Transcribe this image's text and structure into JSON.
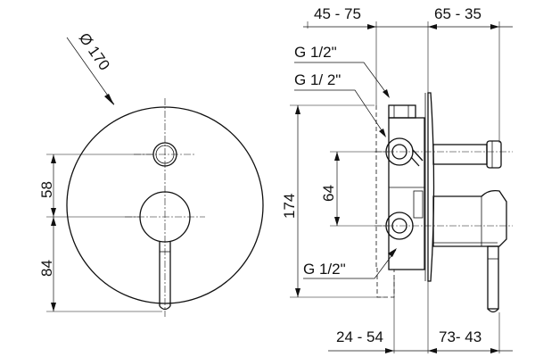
{
  "front_view": {
    "diameter_label": "Ø 170",
    "dim_upper_label": "58",
    "dim_lower_label": "84"
  },
  "side_view": {
    "dim_depth_top_left": "45 - 75",
    "dim_depth_top_right": "65 - 35",
    "dim_depth_bottom_left": "24 - 54",
    "dim_depth_bottom_right": "73- 43",
    "dim_height_label": "174",
    "dim_port_spacing_label": "64",
    "thread_label_1": "G 1/2\"",
    "thread_label_2": "G 1/ 2\"",
    "thread_label_3": "G 1/2\""
  }
}
